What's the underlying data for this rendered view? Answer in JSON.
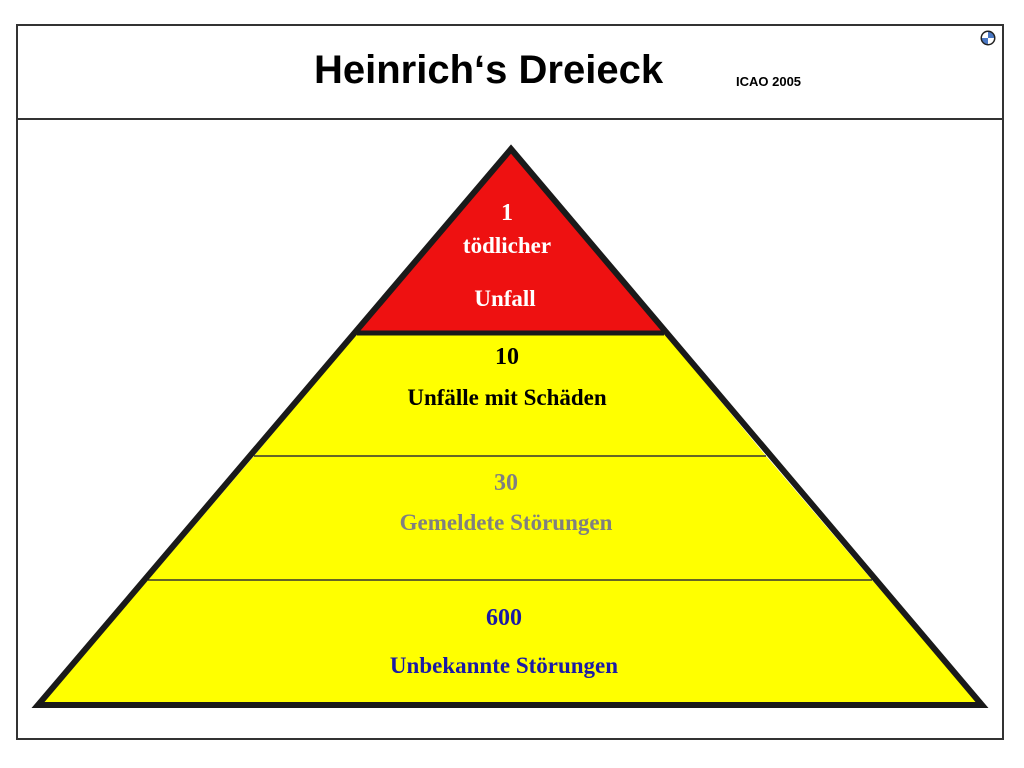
{
  "header": {
    "title": "Heinrich‘s Dreieck",
    "source": "ICAO 2005"
  },
  "logo": {
    "icon": "bmw-roundel-icon",
    "colors": [
      "#4a78c4",
      "#ffffff",
      "#222222"
    ]
  },
  "pyramid": {
    "levels": [
      {
        "count": "1",
        "line1": "tödlicher",
        "line2": "Unfall",
        "fill": "#ee1111",
        "text_color": "#ffffff"
      },
      {
        "count": "10",
        "label": "Unfälle mit Schäden",
        "fill": "#ffff00",
        "text_color": "#000000"
      },
      {
        "count": "30",
        "label": "Gemeldete Störungen",
        "fill": "#ffff00",
        "text_color": "#808080"
      },
      {
        "count": "600",
        "label": "Unbekannte Störungen",
        "fill": "#ffff00",
        "text_color": "#1a1aa6"
      }
    ]
  }
}
